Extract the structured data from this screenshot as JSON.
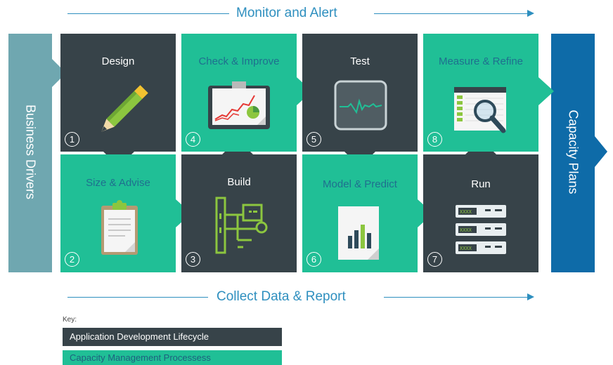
{
  "top_flow": {
    "label": "Monitor and Alert"
  },
  "bottom_flow": {
    "label": "Collect Data & Report"
  },
  "left_bar": {
    "label": "Business Drivers"
  },
  "right_bar": {
    "label": "Capacity Plans"
  },
  "tiles": [
    {
      "num": "1",
      "title": "Design",
      "icon": "pencil-icon",
      "kind": "dark"
    },
    {
      "num": "2",
      "title": "Size & Advise",
      "icon": "clipboard-icon",
      "kind": "green"
    },
    {
      "num": "3",
      "title": "Build",
      "icon": "build-blocks-icon",
      "kind": "dark"
    },
    {
      "num": "4",
      "title": "Check & Improve",
      "icon": "chart-board-icon",
      "kind": "green"
    },
    {
      "num": "5",
      "title": "Test",
      "icon": "monitor-icon",
      "kind": "dark"
    },
    {
      "num": "6",
      "title": "Model & Predict",
      "icon": "bar-report-icon",
      "kind": "green"
    },
    {
      "num": "7",
      "title": "Run",
      "icon": "servers-icon",
      "kind": "dark"
    },
    {
      "num": "8",
      "title": "Measure & Refine",
      "icon": "magnifier-sheet-icon",
      "kind": "green"
    }
  ],
  "key": {
    "title": "Key:",
    "items": [
      {
        "label": "Application Development Lifecycle",
        "color": "#374349"
      },
      {
        "label": "Capacity Management Processess",
        "color": "#20bf96"
      }
    ]
  },
  "colors": {
    "dark": "#374349",
    "green": "#20bf96",
    "left_bar": "#6fa7b0",
    "right_bar": "#0e6ba8",
    "accent": "#2e8fbf"
  }
}
